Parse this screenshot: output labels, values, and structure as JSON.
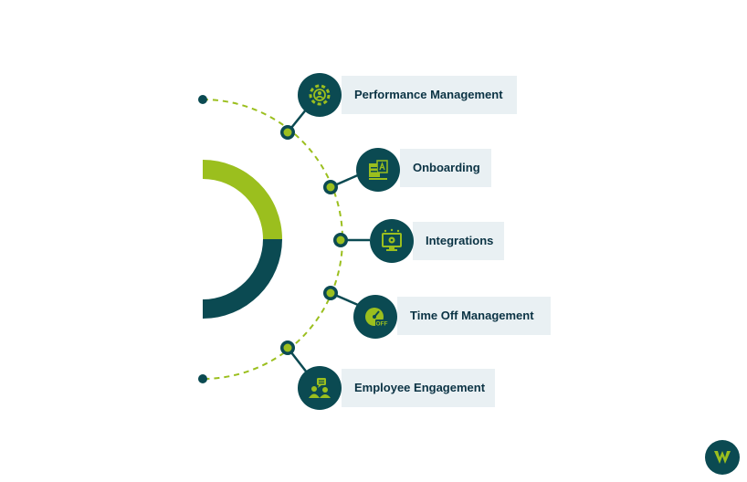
{
  "items": [
    {
      "label": "Performance Management",
      "icon": "performance-gear-icon"
    },
    {
      "label": "Onboarding",
      "icon": "onboarding-documents-icon"
    },
    {
      "label": "Integrations",
      "icon": "integrations-monitor-icon"
    },
    {
      "label": "Time Off Management",
      "icon": "time-off-gauge-icon"
    },
    {
      "label": "Employee Engagement",
      "icon": "employee-engagement-icon"
    }
  ],
  "colors": {
    "dark_teal": "#0b4a52",
    "lime": "#9bbf1e",
    "label_bg": "#e9f0f3",
    "label_text": "#0b3344"
  },
  "logo": {
    "icon": "brand-logo-icon"
  }
}
